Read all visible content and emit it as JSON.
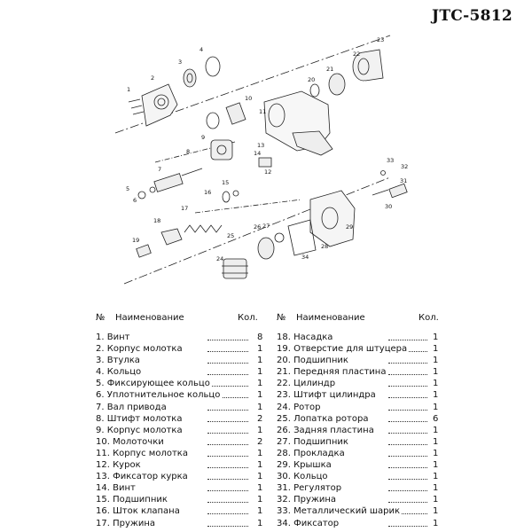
{
  "model": "JTC-5812",
  "callouts": [
    "1",
    "2",
    "3",
    "4",
    "5",
    "6",
    "7",
    "8",
    "9",
    "10",
    "11",
    "12",
    "13",
    "14",
    "15",
    "16",
    "17",
    "18",
    "19",
    "20",
    "21",
    "22",
    "23",
    "24",
    "25",
    "26",
    "27",
    "28",
    "29",
    "30",
    "31",
    "32",
    "33",
    "34"
  ],
  "table": {
    "headers": {
      "no": "№",
      "name": "Наименование",
      "qty": "Кол."
    },
    "left": [
      {
        "name": "1. Винт",
        "qty": "8"
      },
      {
        "name": "2. Корпус молотка",
        "qty": "1"
      },
      {
        "name": "3. Втулка",
        "qty": "1"
      },
      {
        "name": "4. Кольцо",
        "qty": "1"
      },
      {
        "name": "5. Фиксирующее кольцо",
        "qty": "1"
      },
      {
        "name": "6. Уплотнительное кольцо",
        "qty": "1"
      },
      {
        "name": "7. Вал привода",
        "qty": "1"
      },
      {
        "name": "8. Штифт молотка",
        "qty": "2"
      },
      {
        "name": "9. Корпус молотка",
        "qty": "1"
      },
      {
        "name": "10. Молоточки",
        "qty": "2"
      },
      {
        "name": "11. Корпус молотка",
        "qty": "1"
      },
      {
        "name": "12. Курок",
        "qty": "1"
      },
      {
        "name": "13. Фиксатор курка",
        "qty": "1"
      },
      {
        "name": "14. Винт",
        "qty": "1"
      },
      {
        "name": "15. Подшипник",
        "qty": "1"
      },
      {
        "name": "16. Шток клапана",
        "qty": "1"
      },
      {
        "name": "17. Пружина",
        "qty": "1"
      }
    ],
    "right": [
      {
        "name": "18. Насадка",
        "qty": "1"
      },
      {
        "name": "19. Отверстие для штуцера",
        "qty": "1"
      },
      {
        "name": "20. Подшипник",
        "qty": "1"
      },
      {
        "name": "21. Передняя пластина",
        "qty": "1"
      },
      {
        "name": "22. Цилиндр",
        "qty": "1"
      },
      {
        "name": "23. Штифт цилиндра",
        "qty": "1"
      },
      {
        "name": "24. Ротор",
        "qty": "1"
      },
      {
        "name": "25. Лопатка ротора",
        "qty": "6"
      },
      {
        "name": "26. Задняя пластина",
        "qty": "1"
      },
      {
        "name": "27. Подшипник",
        "qty": "1"
      },
      {
        "name": "28. Прокладка",
        "qty": "1"
      },
      {
        "name": "29. Крышка",
        "qty": "1"
      },
      {
        "name": "30. Кольцо",
        "qty": "1"
      },
      {
        "name": "31. Регулятор",
        "qty": "1"
      },
      {
        "name": "32. Пружина",
        "qty": "1"
      },
      {
        "name": "33. Металлический шарик",
        "qty": "1"
      },
      {
        "name": "34. Фиксатор",
        "qty": "1"
      }
    ]
  }
}
